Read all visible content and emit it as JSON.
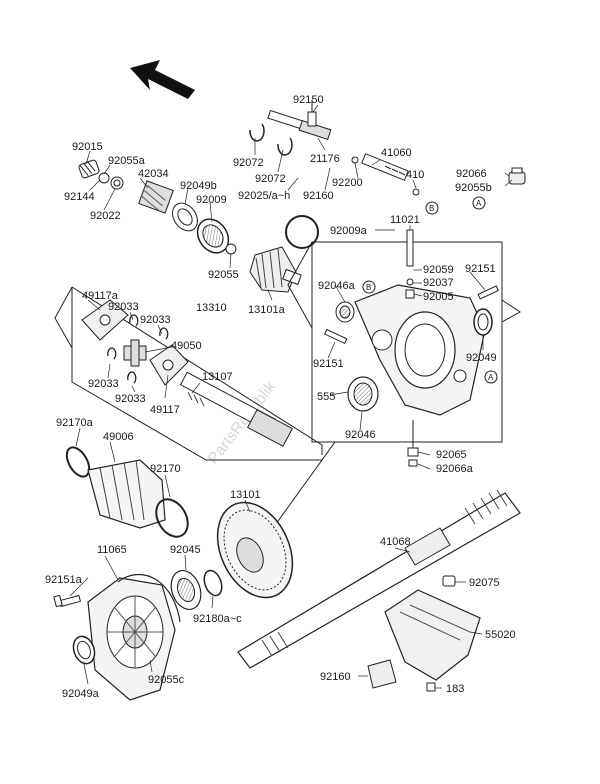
{
  "diagram": {
    "watermark": "PartsRepublik",
    "part_numbers": {
      "p92150": "92150",
      "p92072a": "92072",
      "p92072b": "92072",
      "p21176": "21176",
      "p92025": "92025/a~h",
      "p92160a": "92160",
      "p41060": "41060",
      "p92200": "92200",
      "p410": "410",
      "p92066": "92066",
      "p92055b": "92055b",
      "p92015": "92015",
      "p92055a": "92055a",
      "p42034": "42034",
      "p92144": "92144",
      "p92022": "92022",
      "p92049b": "92049b",
      "p92009": "92009",
      "p92055": "92055",
      "p13101a": "13101a",
      "p92009a": "92009a",
      "p11021": "11021",
      "p92059": "92059",
      "p92037": "92037",
      "p92151a": "92151",
      "p92005": "92005",
      "p92046a": "92046a",
      "p92049": "92049",
      "p92151b": "92151",
      "p555": "555",
      "p92046": "92046",
      "p92065": "92065",
      "p92066a": "92066a",
      "p49117a": "49117a",
      "p92033a": "92033",
      "p92033b": "92033",
      "p13310": "13310",
      "p49050": "49050",
      "p92033c": "92033",
      "p92033d": "92033",
      "p49117": "49117",
      "p13107": "13107",
      "p92170a": "92170a",
      "p49006": "49006",
      "p92170": "92170",
      "p13101": "13101",
      "p41068": "41068",
      "p11065": "11065",
      "p92045": "92045",
      "p92151c": "92151a",
      "p92180": "92180a~c",
      "p92049a": "92049a",
      "p92055c": "92055c",
      "p92075": "92075",
      "p55020": "55020",
      "p92160b": "92160",
      "p183": "183"
    },
    "refs": {
      "a1": "A",
      "a2": "A",
      "b1": "B",
      "b2": "B"
    }
  }
}
